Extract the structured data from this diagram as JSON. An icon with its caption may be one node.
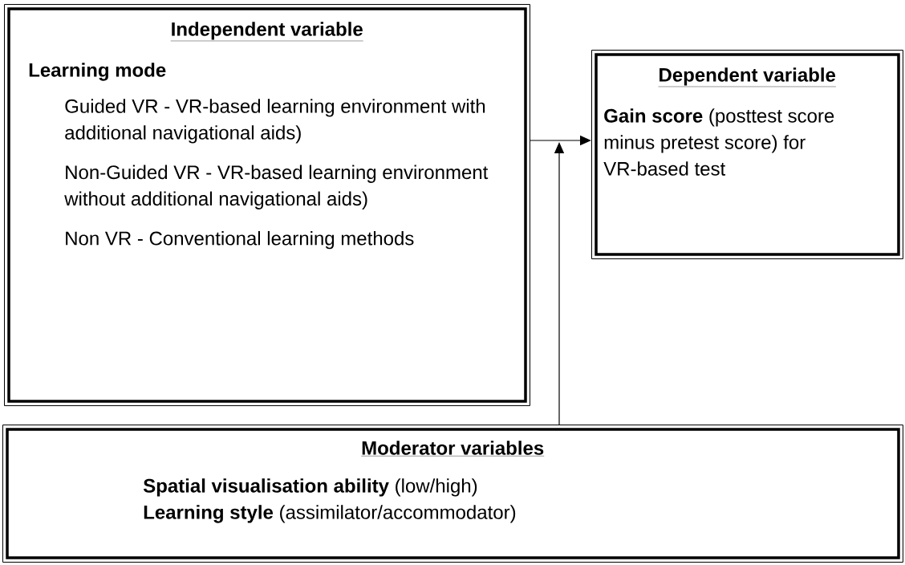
{
  "diagram": {
    "nodes": [
      {
        "text": [
          "Independent variable",
          "Learning mode",
          "Guided VR - VR-based learning environment with additional navigational aids)",
          "Non-Guided VR - VR-based learning environment without additional navigational aids)",
          "Non VR - Conventional learning methods"
        ]
      },
      {
        "text": [
          "Dependent variable",
          "**Gain score** (posttest score minus pretest score) for VR-based test"
        ]
      },
      {
        "text": [
          "Moderator variables",
          "**Spatial visualisation ability** (low/high)",
          "**Learning style** (assimilator/accommodator)"
        ]
      }
    ],
    "edges": [
      {
        "from": 0,
        "to": 1,
        "arrow": "to"
      },
      {
        "from": 2,
        "to": null,
        "arrow": "to"
      }
    ]
  }
}
